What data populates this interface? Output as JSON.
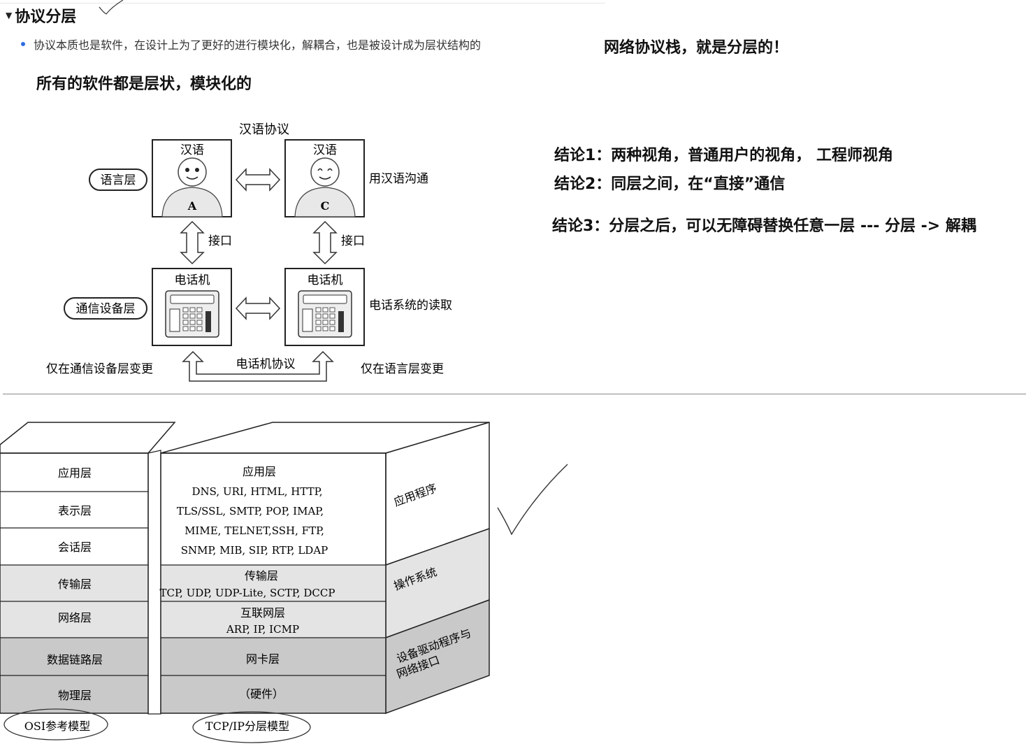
{
  "section": {
    "title": "协议分层",
    "bullet": "协议本质也是软件，在设计上为了更好的进行模块化，解耦合，也是被设计成为层状结构的"
  },
  "notes": {
    "stack_note": "网络协议栈，就是分层的！",
    "software_note": "所有的软件都是层状，模块化的",
    "conclusion1": "结论1：两种视角，普通用户的视角， 工程师视角",
    "conclusion2": "结论2：同层之间，在“直接”通信",
    "conclusion3": "结论3：分层之后，可以无障碍替换任意一层 --- 分层 -> 解耦"
  },
  "phone_diagram": {
    "top_protocol": "汉语协议",
    "person_a_title": "汉语",
    "person_a_letter": "A",
    "person_c_title": "汉语",
    "person_c_letter": "C",
    "language_layer": "语言层",
    "use_chinese": "用汉语沟通",
    "interface_left": "接口",
    "interface_right": "接口",
    "phone_left_title": "电话机",
    "phone_right_title": "电话机",
    "device_layer": "通信设备层",
    "phone_system": "电话系统的读取",
    "phone_protocol": "电话机协议",
    "only_device_change": "仅在通信设备层变更",
    "only_language_change": "仅在语言层变更"
  },
  "model_diagram": {
    "osi_layers": [
      "应用层",
      "表示层",
      "会话层",
      "传输层",
      "网络层",
      "数据链路层",
      "物理层"
    ],
    "tcp_app_title": "应用层",
    "tcp_app_lines": [
      "DNS, URI, HTML, HTTP,",
      "TLS/SSL, SMTP, POP, IMAP,",
      "MIME, TELNET,SSH, FTP,",
      "SNMP, MIB, SIP, RTP, LDAP"
    ],
    "tcp_transport_title": "传输层",
    "tcp_transport_protocols": "TCP, UDP, UDP-Lite, SCTP, DCCP",
    "tcp_internet_title": "互联网层",
    "tcp_internet_protocols": "ARP, IP, ICMP",
    "tcp_link": "网卡层",
    "tcp_hardware": "（硬件）",
    "side_app": "应用程序",
    "side_os": "操作系统",
    "side_driver_1": "设备驱动程序与",
    "side_driver_2": "网络接口",
    "osi_caption": "OSI参考模型",
    "tcp_caption": "TCP/IP分层模型"
  },
  "colors": {
    "bullet_dot": "#2f6de0",
    "shade_light": "#e4e4e4",
    "shade_dark": "#c9c9c9"
  }
}
